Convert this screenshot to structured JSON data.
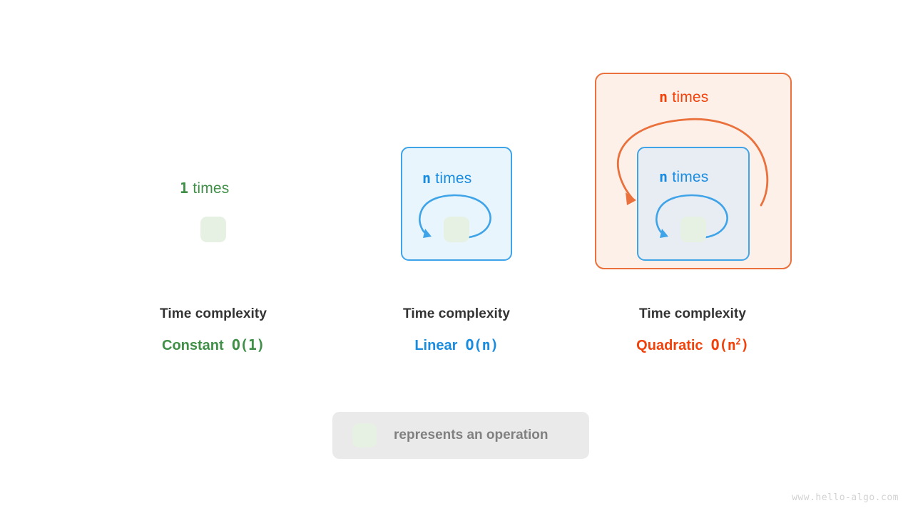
{
  "diagram": {
    "title_hidden": "",
    "colors": {
      "green": "#3f8f47",
      "green_box_fill": "#e7f1e3",
      "green_box_border": "#74ab6b",
      "blue": "#1a8ce0",
      "blue_frame_border": "#3fa3e8",
      "blue_frame_fill_light": "#e8f5fd",
      "blue_frame_fill_grey": "#e8edf4",
      "orange": "#f1420c",
      "orange_frame_border": "#ea703c",
      "orange_frame_fill": "#fdf0e9",
      "caption_title": "#333333",
      "legend_bg": "#eaeaea",
      "legend_text": "#808080",
      "watermark": "#d2d2d2"
    },
    "panels": [
      {
        "id": "constant",
        "loop_count": "1",
        "loop_word": "times",
        "caption_title": "Time complexity",
        "complexity_name": "Constant",
        "complexity_bigo_prefix": "O(1)",
        "complexity_base": "",
        "complexity_exponent": ""
      },
      {
        "id": "linear",
        "loop_count": "n",
        "loop_word": "times",
        "caption_title": "Time complexity",
        "complexity_name": "Linear",
        "complexity_bigo_prefix": "O(n)",
        "complexity_base": "",
        "complexity_exponent": ""
      },
      {
        "id": "quadratic",
        "outer_loop_count": "n",
        "outer_loop_word": "times",
        "inner_loop_count": "n",
        "inner_loop_word": "times",
        "caption_title": "Time complexity",
        "complexity_name": "Quadratic",
        "complexity_bigo_open": "O(",
        "complexity_base": "n",
        "complexity_exponent": "2",
        "complexity_bigo_close": ")"
      }
    ],
    "legend": {
      "text": "represents an operation",
      "swatch_name": "operation-box"
    },
    "watermark": "www.hello-algo.com"
  }
}
